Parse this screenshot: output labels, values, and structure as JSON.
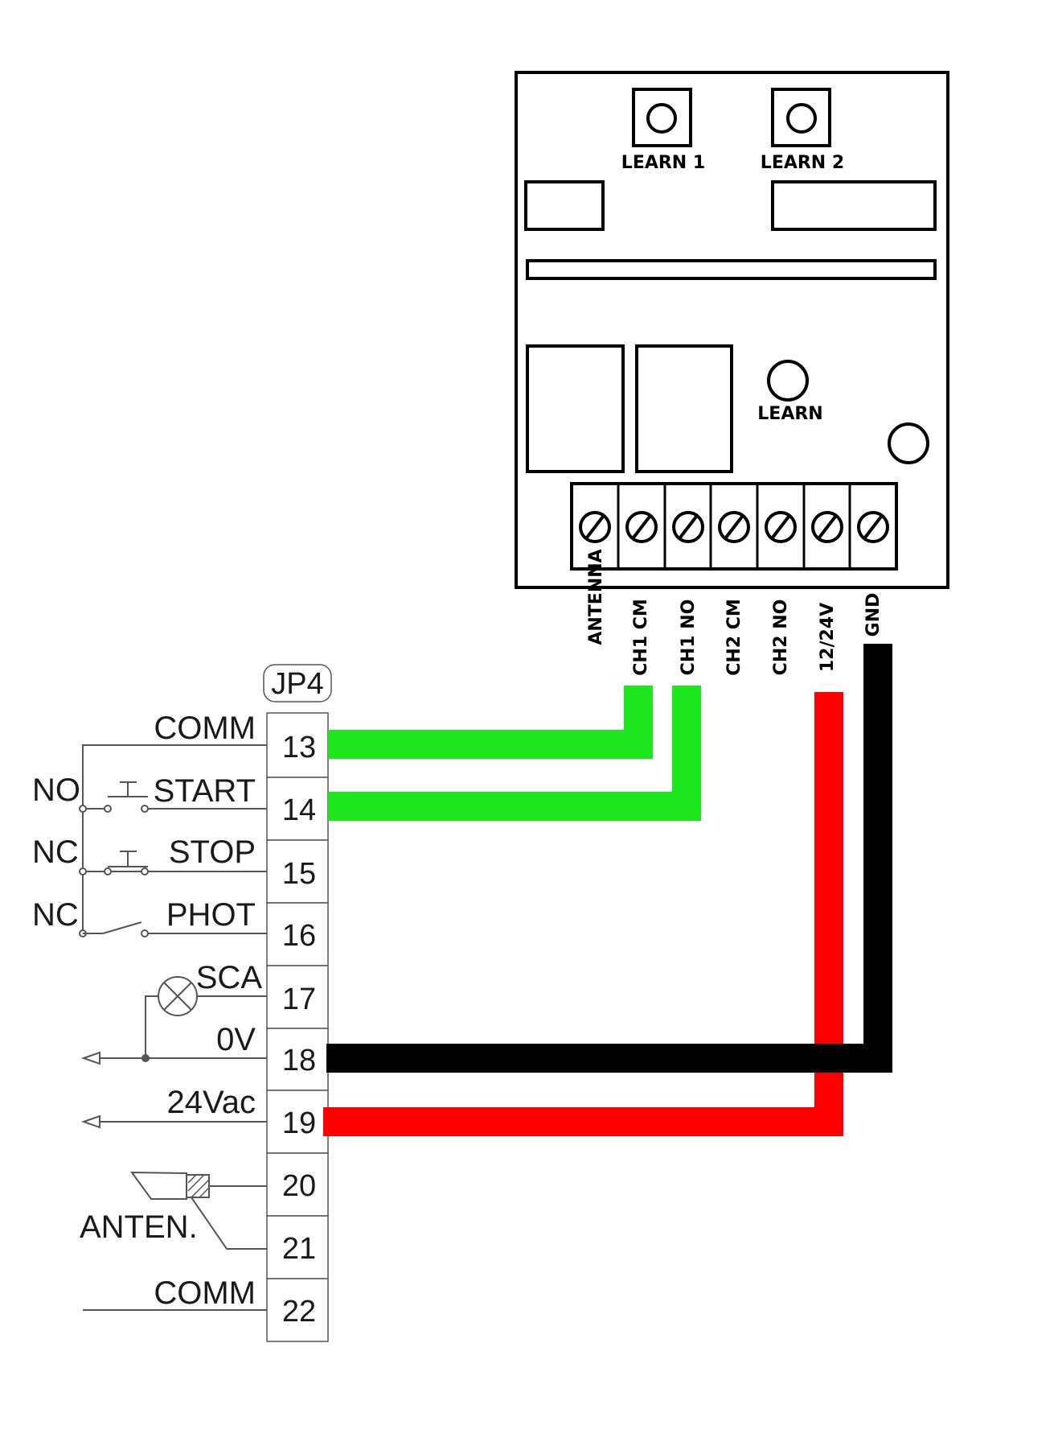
{
  "module": {
    "buttons": [
      "LEARN 1",
      "LEARN 2"
    ],
    "learn_label": "LEARN",
    "terminals": [
      "ANTENNA",
      "CH1 CM",
      "CH1 NO",
      "CH2 CM",
      "CH2 NO",
      "12/24V",
      "GND"
    ]
  },
  "jp4": {
    "title": "JP4",
    "rows": [
      {
        "num": "13",
        "label": "COMM"
      },
      {
        "num": "14",
        "label": "START"
      },
      {
        "num": "15",
        "label": "STOP"
      },
      {
        "num": "16",
        "label": "PHOT"
      },
      {
        "num": "17",
        "label": "SCA"
      },
      {
        "num": "18",
        "label": "0V"
      },
      {
        "num": "19",
        "label": "24Vac"
      },
      {
        "num": "20",
        "label": ""
      },
      {
        "num": "21",
        "label": ""
      },
      {
        "num": "22",
        "label": "COMM"
      }
    ],
    "contact_types": [
      "NO",
      "NC",
      "NC"
    ],
    "antenna_label": "ANTEN."
  },
  "wire_colors": {
    "green": "#1ee61e",
    "red": "#ff0000",
    "black": "#000000"
  }
}
